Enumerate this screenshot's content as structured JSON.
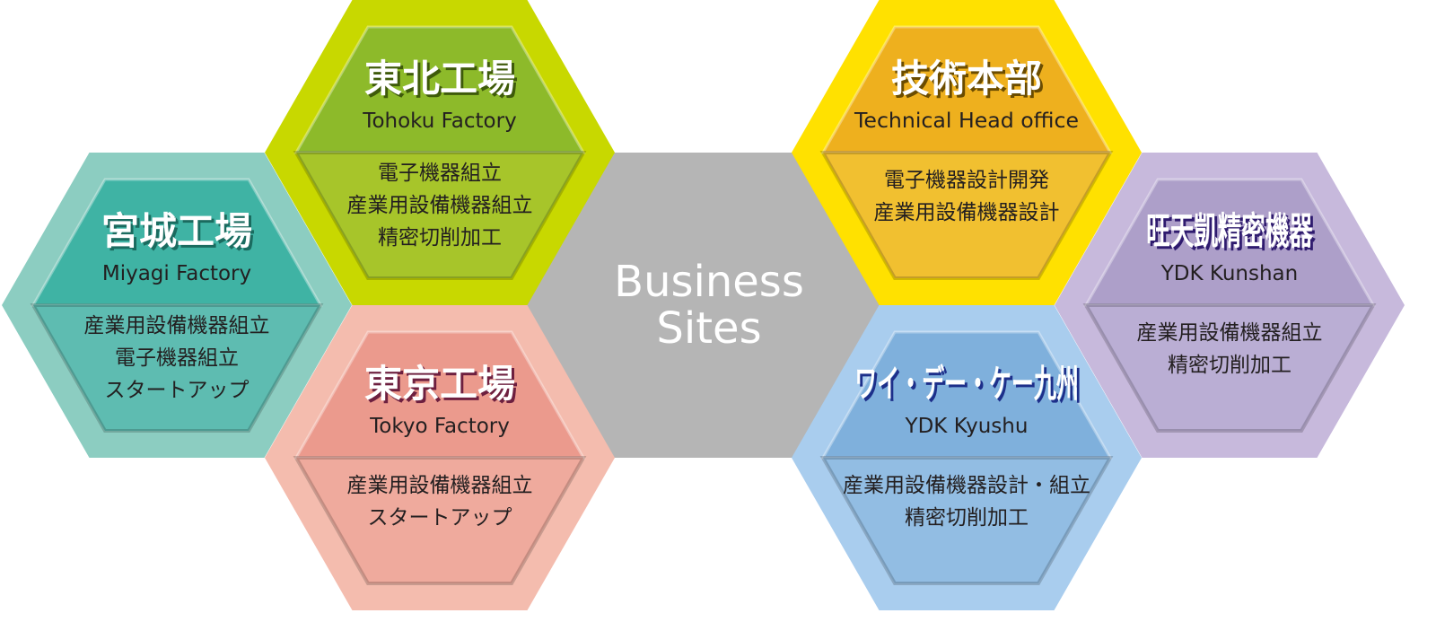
{
  "center": {
    "line1": "Business",
    "line2": "Sites",
    "color": "#b5b5b5"
  },
  "sites": [
    {
      "id": "miyagi",
      "title": "宮城工場",
      "subtitle": "Miyagi Factory",
      "lines": [
        "産業用設備機器組立",
        "電子機器組立",
        "スタートアップ"
      ],
      "outer_color": "#8ccdc1",
      "top_color": "#3fb3a4",
      "bottom_color": "#5ebcb1",
      "shadow_color": "#1a6b5f"
    },
    {
      "id": "tohoku",
      "title": "東北工場",
      "subtitle": "Tohoku Factory",
      "lines": [
        "電子機器組立",
        "産業用設備機器組立",
        "精密切削加工"
      ],
      "outer_color": "#c8d800",
      "top_color": "#8dba2a",
      "bottom_color": "#a7c52a",
      "shadow_color": "#3e5a0a"
    },
    {
      "id": "tokyo",
      "title": "東京工場",
      "subtitle": "Tokyo Factory",
      "lines": [
        "産業用設備機器組立",
        "スタートアップ"
      ],
      "outer_color": "#f4bcae",
      "top_color": "#eb9a8d",
      "bottom_color": "#efaa9d",
      "shadow_color": "#6d1f3f"
    },
    {
      "id": "technical",
      "title": "技術本部",
      "subtitle": "Technical Head office",
      "lines": [
        "電子機器設計開発",
        "産業用設備機器設計"
      ],
      "outer_color": "#ffe100",
      "top_color": "#eeb01e",
      "bottom_color": "#f1c030",
      "shadow_color": "#6b4c00"
    },
    {
      "id": "kunshan",
      "title": "旺天凱精密機器",
      "subtitle": "YDK Kunshan",
      "lines": [
        "産業用設備機器組立",
        "精密切削加工"
      ],
      "outer_color": "#c7b9dc",
      "top_color": "#ad9fc9",
      "bottom_color": "#baaed4",
      "shadow_color": "#2e1a6e"
    },
    {
      "id": "kyushu",
      "title": "ワイ・デー・ケー九州",
      "subtitle": "YDK Kyushu",
      "lines": [
        "産業用設備機器設計・組立",
        "精密切削加工"
      ],
      "outer_color": "#a9cdee",
      "top_color": "#7fb0dc",
      "bottom_color": "#92bde3",
      "shadow_color": "#1d2f8a"
    }
  ]
}
